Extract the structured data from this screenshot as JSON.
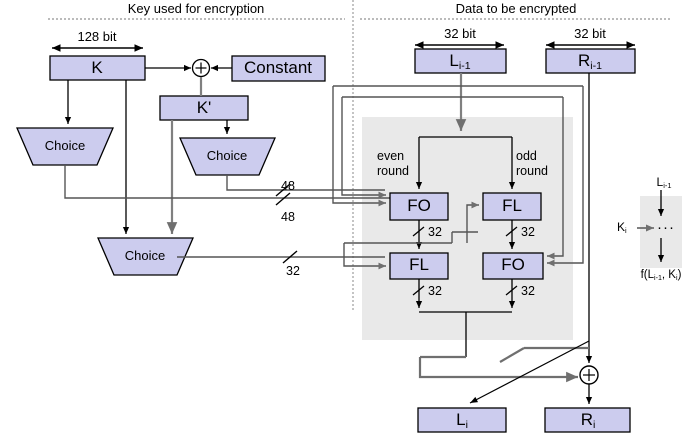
{
  "diagram": {
    "title_left": "Key used for encryption",
    "title_right": "Data to be encrypted",
    "colors": {
      "box_fill": "#ccccee",
      "box_stroke": "#000000",
      "panel_fill": "#e9e9e9",
      "wire_dark": "#000000",
      "wire_gray": "#808080",
      "divider": "#999999"
    }
  },
  "key_side": {
    "width_label": "128 bit",
    "boxes": [
      {
        "id": "k",
        "label": "K"
      },
      {
        "id": "constant",
        "label": "Constant"
      },
      {
        "id": "kprime",
        "label": "K'"
      }
    ],
    "xor_label": "+",
    "choices": [
      {
        "id": "choice-1",
        "label": "Choice"
      },
      {
        "id": "choice-2",
        "label": "Choice"
      },
      {
        "id": "choice-3",
        "label": "Choice"
      }
    ],
    "bus_labels": [
      {
        "id": "bus-48-top",
        "value": "48"
      },
      {
        "id": "bus-48-bottom",
        "value": "48"
      },
      {
        "id": "bus-32",
        "value": "32"
      }
    ]
  },
  "data_side": {
    "width_label_left": "32 bit",
    "width_label_right": "32 bit",
    "input_left": "L",
    "input_left_sub": "i-1",
    "input_right": "R",
    "input_right_sub": "i-1",
    "output_left": "L",
    "output_left_sub": "i",
    "output_right": "R",
    "output_right_sub": "i",
    "round_labels": [
      {
        "id": "even-round",
        "line1": "even",
        "line2": "round"
      },
      {
        "id": "odd-round",
        "line1": "odd",
        "line2": "round"
      }
    ],
    "functions": [
      {
        "id": "fo-even-top",
        "label": "FO"
      },
      {
        "id": "fl-odd-top",
        "label": "FL"
      },
      {
        "id": "fl-even-bot",
        "label": "FL"
      },
      {
        "id": "fo-odd-bot",
        "label": "FO"
      }
    ],
    "bus_labels": [
      {
        "id": "w-fo-even",
        "value": "32"
      },
      {
        "id": "w-fl-odd",
        "value": "32"
      },
      {
        "id": "w-fl-even",
        "value": "32"
      },
      {
        "id": "w-fo-odd",
        "value": "32"
      }
    ],
    "xor_label": "+"
  },
  "legend": {
    "input": "L",
    "input_sub": "i-1",
    "key_input": "K",
    "key_input_sub": "i",
    "body": "···",
    "output_prefix": "f(L",
    "output_sub1": "i-1",
    "output_mid": ", K",
    "output_sub2": "i",
    "output_suffix": ")"
  }
}
